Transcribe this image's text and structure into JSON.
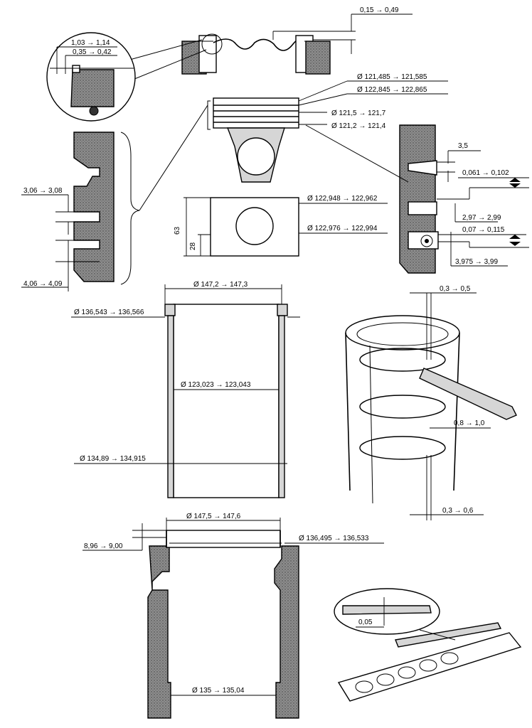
{
  "labels": {
    "clearance_top": "0,15 → 0,49",
    "crown_a": "1,03 → 1,14",
    "crown_b": "0,35 → 0,42",
    "groove_dia_1": "Ø 121,485 → 121,585",
    "groove_dia_2": "Ø 122,845 → 122,865",
    "groove_dia_3": "Ø 121,5 → 121,7",
    "groove_dia_4": "Ø 121,2 → 121,4",
    "groove_w1": "3,06 → 3,08",
    "groove_w2": "4,06 → 4,09",
    "skirt_dia_1": "Ø 122,948 → 122,962",
    "skirt_dia_2": "Ø 122,976 → 122,994",
    "skirt_h1": "63",
    "skirt_h2": "28",
    "ring_h": "3,5",
    "ring_clear_1": "0,061 → 0,102",
    "ring_w1": "2,97 → 2,99",
    "ring_clear_2": "0,07 → 0,115",
    "ring_w2": "3,975 → 3,99",
    "liner_flange_dia": "Ø 147,2 → 147,3",
    "liner_collar_dia": "Ø 136,543 → 136,566",
    "liner_bore_dia": "Ø 123,023 → 123,043",
    "liner_lower_dia": "Ø 134,89 → 134,915",
    "gap_top": "0,3 → 0,5",
    "gap_mid": "0,8 → 1,0",
    "gap_low": "0,3 → 0,6",
    "block_counterbore_dia": "Ø 147,5 → 147,6",
    "block_depth": "8,96 → 9,00",
    "block_collar_dia": "Ø 136,495 → 136,533",
    "block_lower_dia": "Ø 135 → 135,04",
    "flatness": "0,05"
  }
}
